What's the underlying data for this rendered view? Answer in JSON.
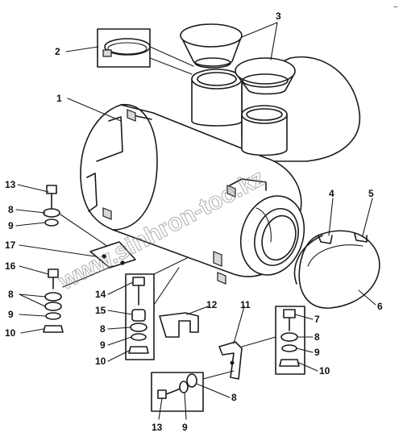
{
  "labels": {
    "l1": "1",
    "l2": "2",
    "l3": "3",
    "l4": "4",
    "l5": "5",
    "l6": "6",
    "l7": "7",
    "l8a": "8",
    "l8b": "8",
    "l8c": "8",
    "l8d": "8",
    "l8e": "8",
    "l9a": "9",
    "l9b": "9",
    "l9c": "9",
    "l9d": "9",
    "l9e": "9",
    "l10a": "10",
    "l10b": "10",
    "l10c": "10",
    "l11": "11",
    "l12": "12",
    "l13a": "13",
    "l13b": "13",
    "l14": "14",
    "l15": "15",
    "l16": "16",
    "l17": "17"
  },
  "watermark": "www.sinhron-too.kz",
  "corner_mark": "~"
}
